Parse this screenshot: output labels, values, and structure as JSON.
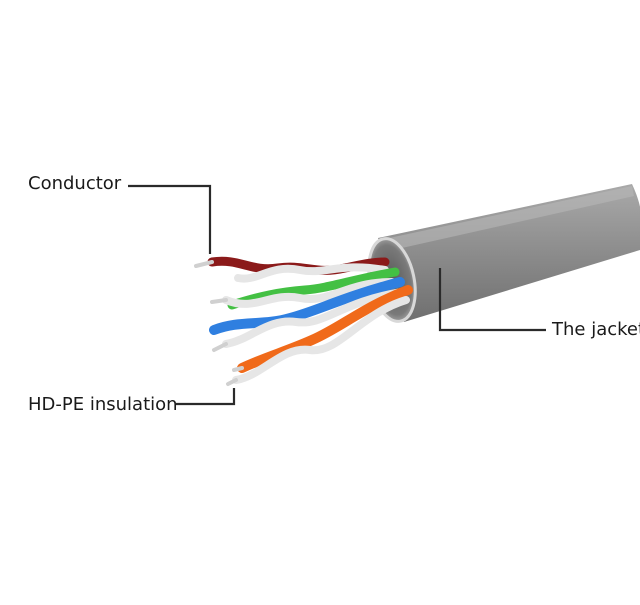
{
  "labels": {
    "conductor": "Conductor",
    "insulation": "HD-PE insulation",
    "jacket": "The jacket"
  },
  "colors": {
    "background": "#ffffff",
    "jacket": "#8d8d8d",
    "jacket_end": "#bdbdbd",
    "leader_line": "#2a2a2a",
    "pair_brown": "#8b1a1a",
    "pair_green": "#43c043",
    "pair_blue": "#2f7fe0",
    "pair_orange": "#f06a1a",
    "stripe_white": "#e6e6e6",
    "copper_tip": "#cfcfcf"
  },
  "pairs": [
    "brown",
    "green",
    "blue",
    "orange"
  ]
}
